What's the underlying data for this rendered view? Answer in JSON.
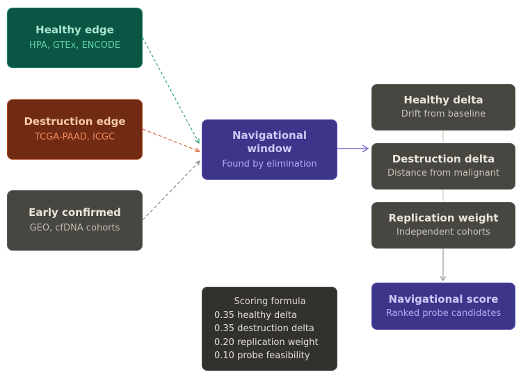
{
  "nodes": {
    "healthy_edge": {
      "title": "Healthy edge",
      "subtitle": "HPA, GTEx, ENCODE"
    },
    "destruction_edge": {
      "title": "Destruction edge",
      "subtitle": "TCGA-PAAD, ICGC"
    },
    "early_confirmed": {
      "title": "Early confirmed",
      "subtitle": "GEO, cfDNA cohorts"
    },
    "navigational_window": {
      "title_line1": "Navigational",
      "title_line2": "window",
      "subtitle": "Found by elimination"
    },
    "healthy_delta": {
      "title": "Healthy delta",
      "subtitle": "Drift from baseline"
    },
    "destruction_delta": {
      "title": "Destruction delta",
      "subtitle": "Distance from malignant"
    },
    "replication_weight": {
      "title": "Replication weight",
      "subtitle": "Independent cohorts"
    },
    "navigational_score": {
      "title": "Navigational score",
      "subtitle": "Ranked probe candidates"
    }
  },
  "scoring_formula": {
    "title": "Scoring formula",
    "lines": [
      "0.35 healthy delta",
      "0.35 destruction delta",
      "0.20 replication weight",
      "0.10 probe feasibility"
    ]
  },
  "colors": {
    "healthy_edge_arrow": "#2e9e76",
    "destruction_edge_arrow": "#d9693c",
    "early_confirmed_arrow": "#8a8985",
    "window_arrow": "#7b71d8",
    "flow_arrow": "#9a9994"
  }
}
